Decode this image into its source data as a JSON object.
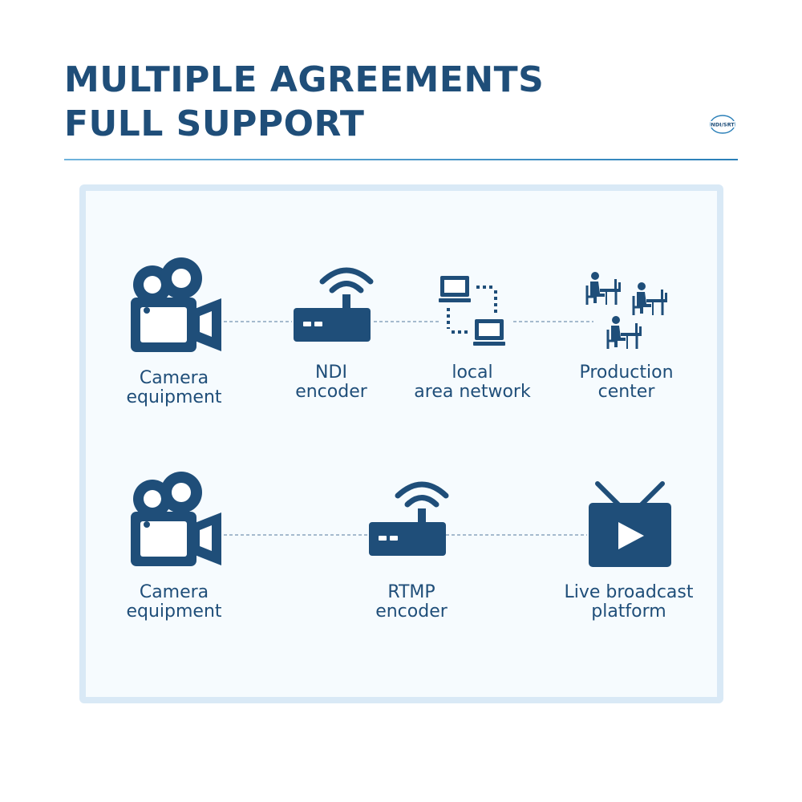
{
  "header": {
    "title_line1": "MULTIPLE AGREEMENTS",
    "title_line2": "FULL SUPPORT",
    "logo_text": "NDI/SRT"
  },
  "colors": {
    "primary": "#1f4e79",
    "panel_border": "#d9e9f6",
    "panel_background": "#f6fbfe",
    "connector": "#8aa4bd"
  },
  "rows": [
    {
      "nodes": [
        {
          "icon": "video-camera-icon",
          "label_line1": "Camera",
          "label_line2": "equipment"
        },
        {
          "icon": "wifi-router-icon",
          "label_line1": "NDI",
          "label_line2": "encoder"
        },
        {
          "icon": "network-computers-icon",
          "label_line1": "local",
          "label_line2": "area network"
        },
        {
          "icon": "people-at-desks-icon",
          "label_line1": "Production",
          "label_line2": "center"
        }
      ]
    },
    {
      "nodes": [
        {
          "icon": "video-camera-icon",
          "label_line1": "Camera",
          "label_line2": "equipment"
        },
        {
          "icon": "wifi-router-icon",
          "label_line1": "RTMP",
          "label_line2": "encoder"
        },
        {
          "icon": "tv-play-icon",
          "label_line1": "Live broadcast",
          "label_line2": "platform"
        }
      ]
    }
  ]
}
